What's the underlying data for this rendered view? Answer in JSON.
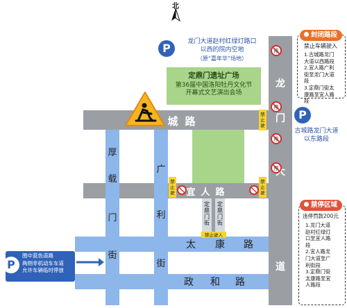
{
  "compass": {
    "label": "北"
  },
  "roads": {
    "gucheng": "古城路",
    "longmen": "龙门大道",
    "yiren": "宜人路",
    "taikang": "太康路",
    "zhenghe": "政和路",
    "houzai": "厚载门街",
    "guangli": "广利街",
    "dingding": "定鼎门街"
  },
  "labels": {
    "no_entry": "禁止驶入"
  },
  "venue": {
    "title": "定鼎门遗址广场",
    "subtitle": "第36届中国洛阳牡丹文化节\n开幕式文艺演出会场"
  },
  "parking": {
    "symbol": "P",
    "lot1": "龙门大道赵村红绿灯路口\n以西的院内空地",
    "lot1_sub": "（原“嘉年华”场地）",
    "lot2": "古城路龙门大道\n以东路段",
    "lot3": "图中蓝色道路\n两侧非机动车车道\n允许车辆临时停放"
  },
  "closure": {
    "title": "封闭路段",
    "subtitle": "禁止车辆驶入",
    "items": "1.古城路龙门\n大道以西路段\n2.宜人路广利\n街至龙门大道\n段\n3.定鼎门街太\n康路至宜人路\n段",
    "color": "#e8712a"
  },
  "noparking": {
    "title": "禁停区域",
    "subtitle": "违停罚款200元",
    "items": "1.龙门大道\n赵村红绿灯\n口至宜人路\n段\n2.宜人路龙\n门大道至广\n利街段\n3.定鼎门街\n太康路至宜\n人路段",
    "color": "#e0533a"
  }
}
